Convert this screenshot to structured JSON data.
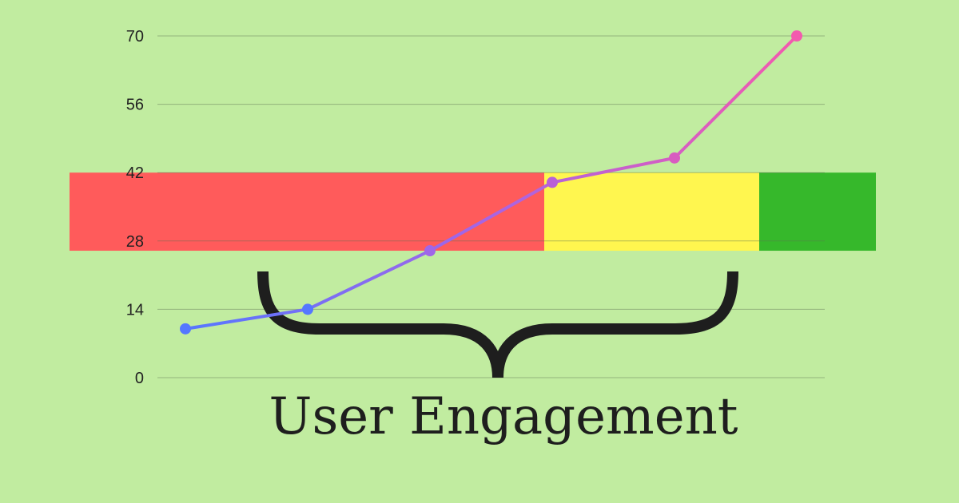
{
  "chart_data": {
    "type": "line",
    "title": "User Engagement",
    "xlabel": "",
    "ylabel": "",
    "ylim": [
      0,
      70
    ],
    "yticks": [
      0,
      14,
      28,
      42,
      56,
      70
    ],
    "grid": true,
    "x": [
      1,
      2,
      3,
      4,
      5,
      6
    ],
    "values": [
      10,
      14,
      26,
      40,
      45,
      70
    ],
    "line_gradient": [
      "#5577ff",
      "#a066e8",
      "#f35aae"
    ],
    "bands": [
      {
        "color": "#ff5b5b",
        "y_range": [
          26,
          42
        ]
      },
      {
        "color": "#fff64f",
        "y_range": [
          26,
          42
        ]
      },
      {
        "color": "#36b82b",
        "y_range": [
          26,
          42
        ]
      }
    ],
    "background": "#c1eca0"
  }
}
